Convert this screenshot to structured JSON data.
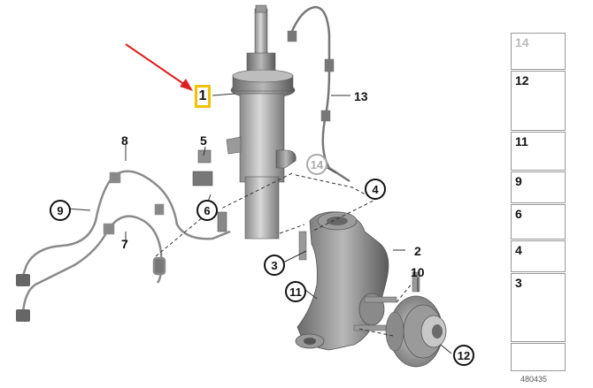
{
  "diagram": {
    "callouts": {
      "c1": "1",
      "c2": "2",
      "c3": "3",
      "c4": "4",
      "c5": "5",
      "c6": "6",
      "c7": "7",
      "c8": "8",
      "c9": "9",
      "c10": "10",
      "c11": "11",
      "c12": "12",
      "c13": "13",
      "c14": "14"
    },
    "highlight_color": "#f2c200",
    "arrow_color": "#e02020"
  },
  "legend": {
    "items": [
      {
        "number": "14",
        "icon": "nut-icon",
        "dimmed": true
      },
      {
        "number": "12",
        "icon": "flange-bolt-icon",
        "dimmed": false
      },
      {
        "number": "11",
        "icon": "bolt-icon",
        "dimmed": false
      },
      {
        "number": "9",
        "icon": "clip-icon",
        "dimmed": false
      },
      {
        "number": "6",
        "icon": "screw-icon",
        "dimmed": false
      },
      {
        "number": "4",
        "icon": "hex-nut-icon",
        "dimmed": false
      },
      {
        "number": "3",
        "icon": "long-bolt-icon",
        "dimmed": false
      }
    ],
    "nav_icon": "arrow-left-icon"
  },
  "catalog_number": "480435"
}
